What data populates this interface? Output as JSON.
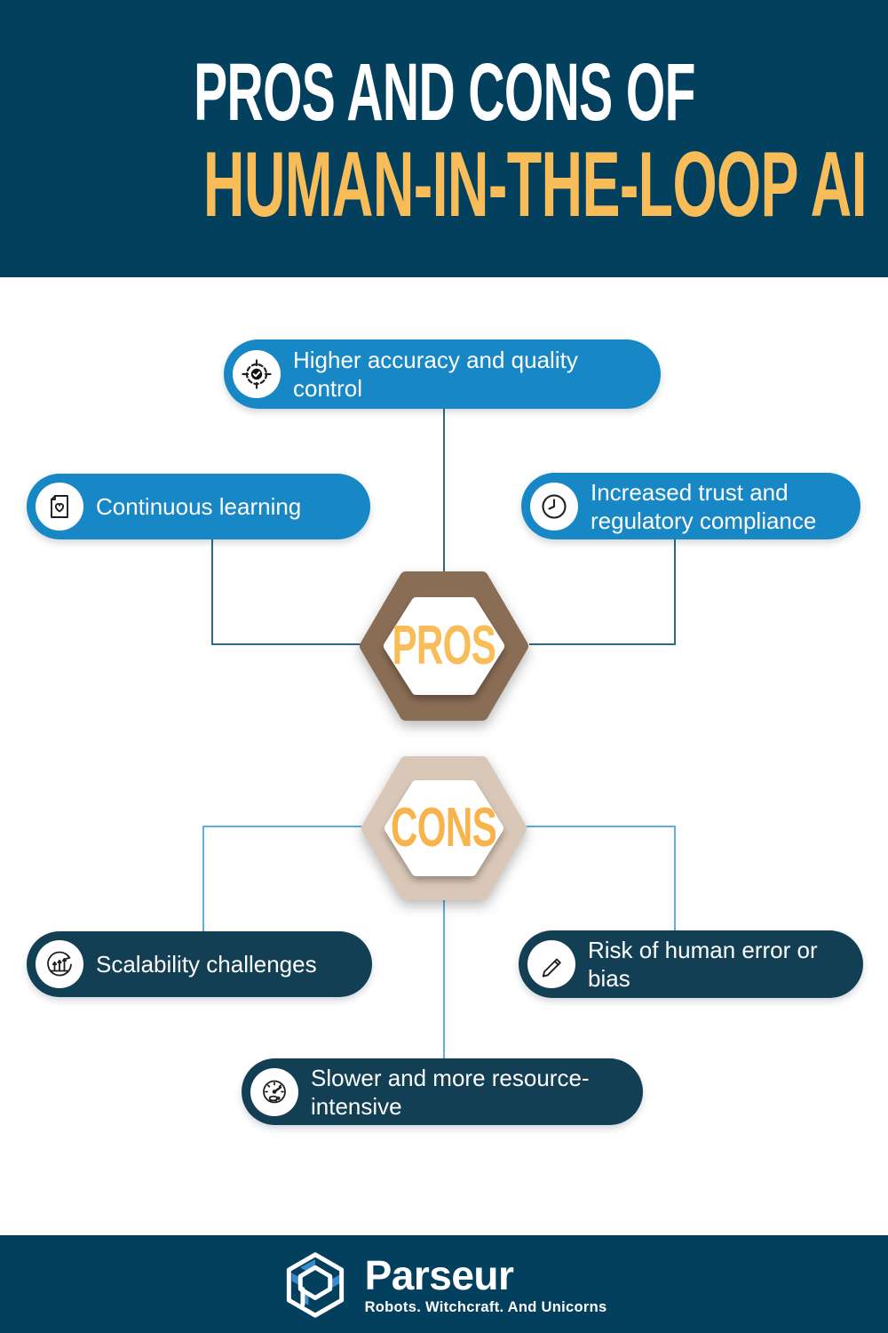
{
  "header": {
    "title_line1": "PROS AND CONS OF",
    "title_line2": "HUMAN-IN-THE-LOOP AI"
  },
  "pros": {
    "label": "PROS",
    "items": [
      {
        "label": "Higher accuracy and quality control",
        "icon": "target-check-icon"
      },
      {
        "label": "Continuous learning",
        "icon": "document-heart-icon"
      },
      {
        "label": "Increased trust and regulatory compliance",
        "icon": "clock-icon"
      }
    ]
  },
  "cons": {
    "label": "CONS",
    "items": [
      {
        "label": "Scalability challenges",
        "icon": "growth-chart-icon"
      },
      {
        "label": "Risk of human error or bias",
        "icon": "pencil-icon"
      },
      {
        "label": "Slower and more resource-intensive",
        "icon": "speedometer-turtle-icon"
      }
    ]
  },
  "footer": {
    "brand": "Parseur",
    "tagline": "Robots. Witchcraft. And Unicorns"
  },
  "colors": {
    "navy": "#02405e",
    "pill-blue": "#1787c6",
    "pill-navy": "#133f55",
    "yellow": "#f8bc59",
    "cons-yellow": "#f8b34c",
    "brown": "#8a6d55",
    "beige": "#d9c8b8",
    "line-dark": "#2e6a80",
    "line-light": "#5fb0e0",
    "logo-blue": "#3e8ac9"
  }
}
